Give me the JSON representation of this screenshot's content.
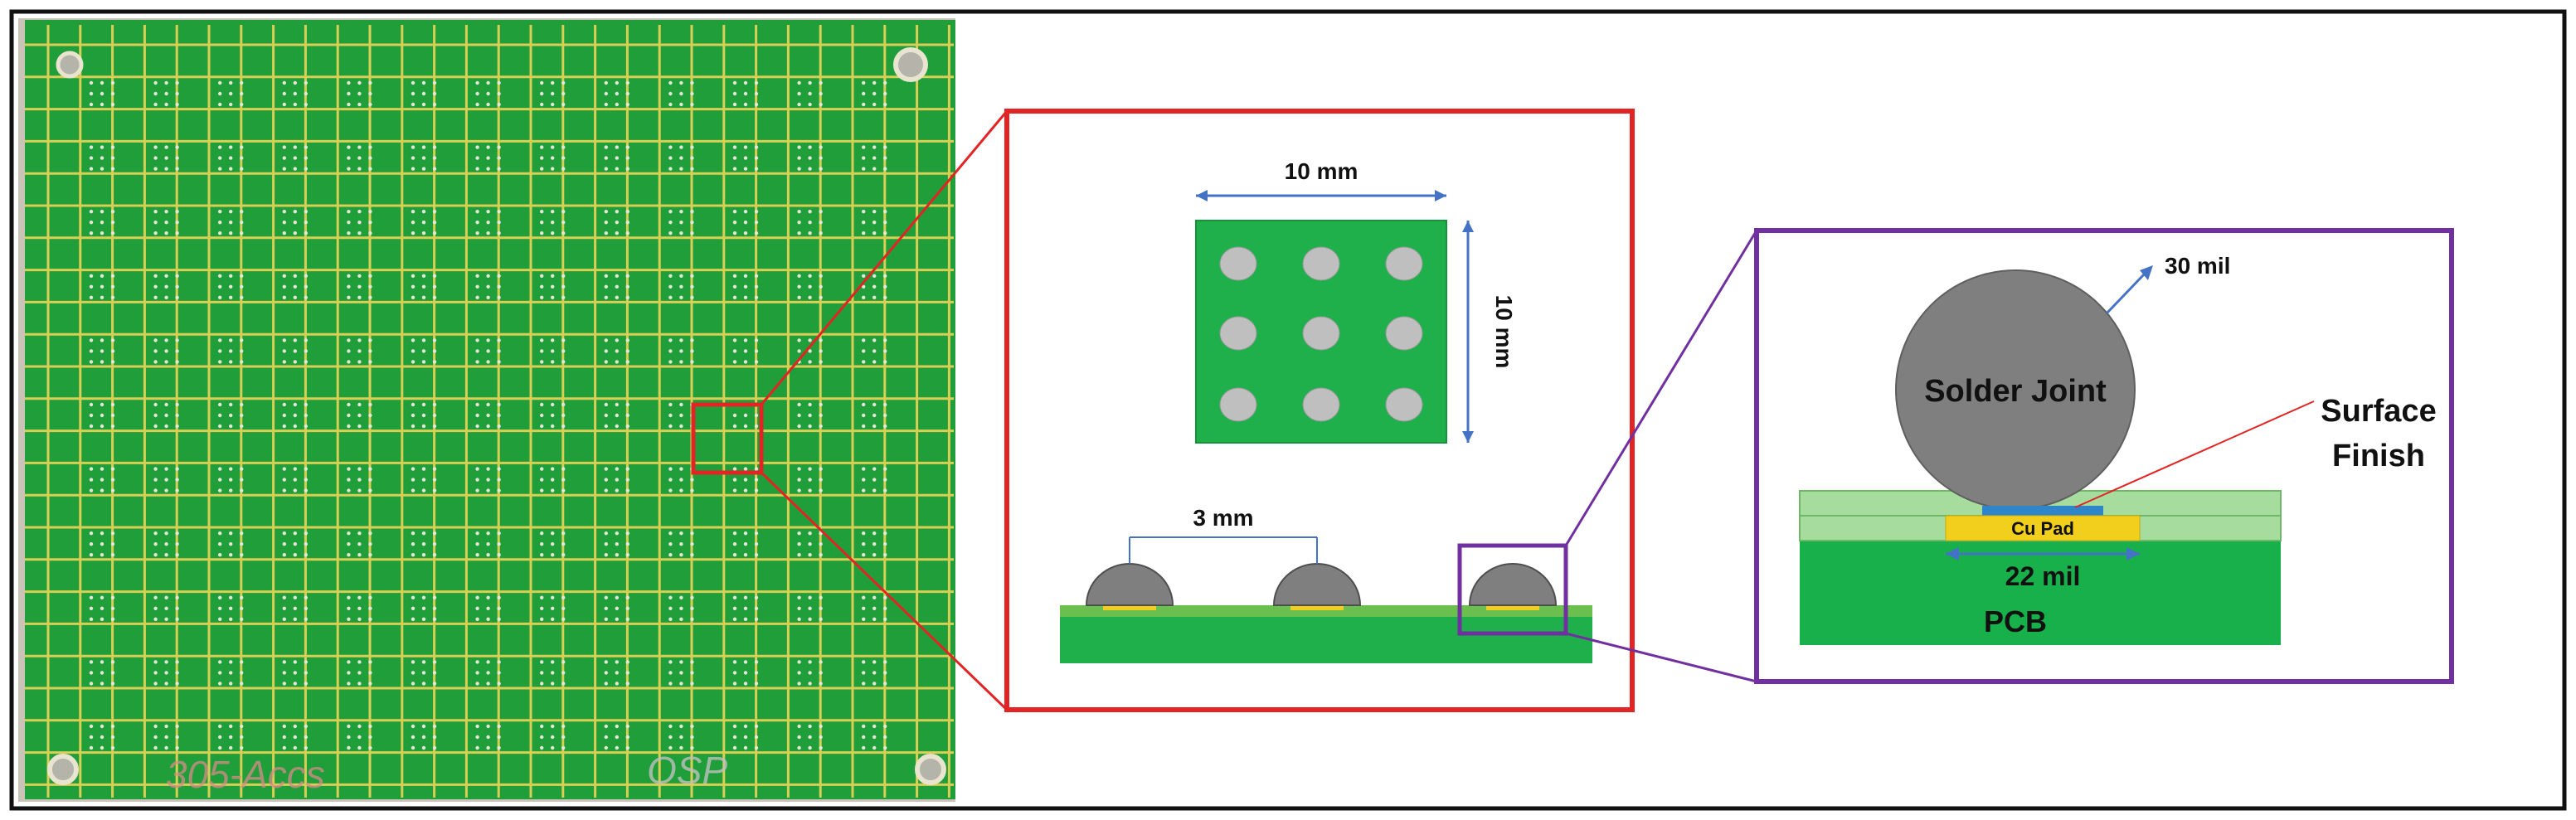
{
  "photo": {
    "handwriting_left": "305-Accs",
    "handwriting_right": "OSP"
  },
  "zoom1": {
    "top_width": "10 mm",
    "top_height": "10 mm",
    "pitch": "3 mm"
  },
  "zoom2": {
    "ball_diameter": "30 mil",
    "ball_label": "Solder Joint",
    "surface_finish_line1": "Surface",
    "surface_finish_line2": "Finish",
    "pad_label": "Cu Pad",
    "pad_width": "22 mil",
    "board_label": "PCB"
  },
  "colors": {
    "board_green": "#1f9e3a",
    "trace_yellow": "#d9cf55",
    "pcb_green": "#18b04b",
    "mask_light": "#9fd89a",
    "solder_gray": "#7f7f7f",
    "pad_yellow": "#f2cf1c",
    "finish_blue": "#2e86c9",
    "dim_blue": "#4472c4",
    "red_box": "#e32424",
    "purple_box": "#7030a0"
  }
}
